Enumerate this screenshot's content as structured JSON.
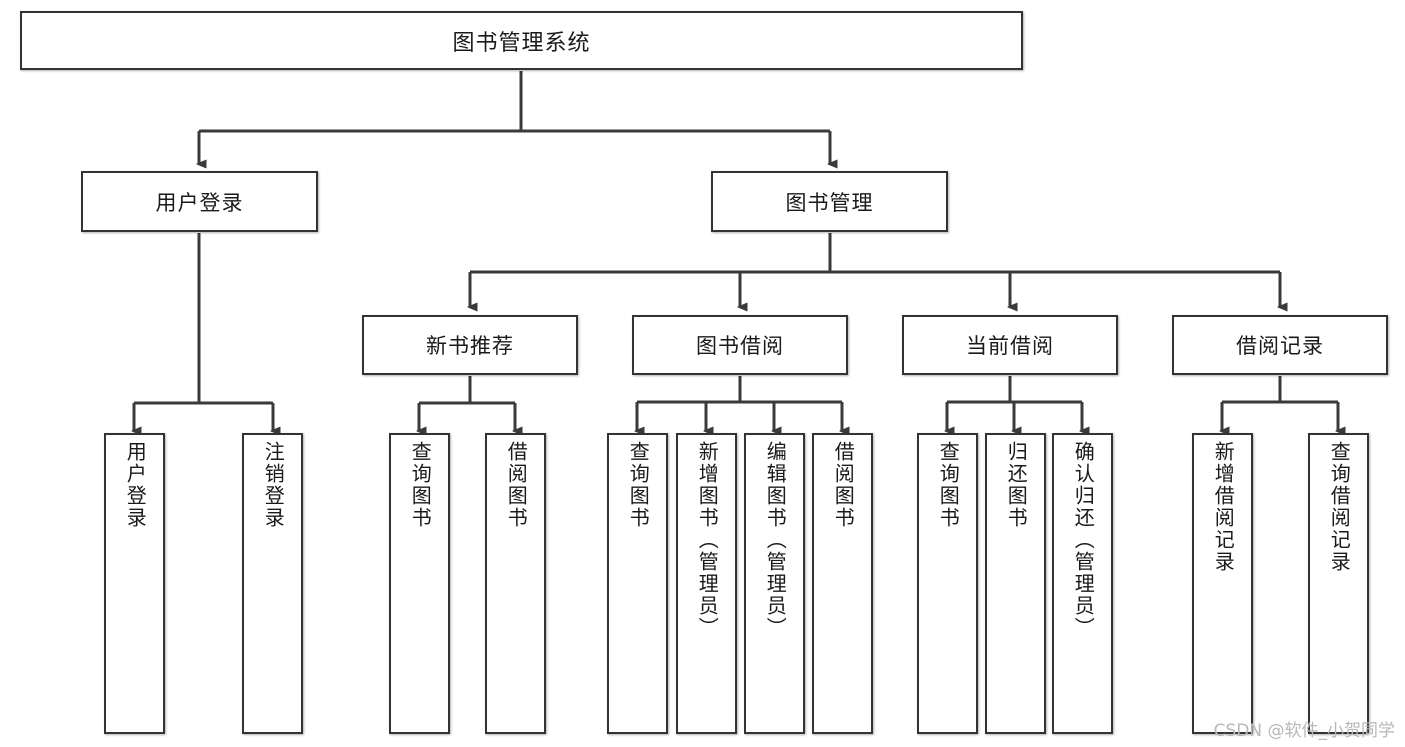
{
  "diagram": {
    "type": "hierarchy-tree",
    "title": "图书管理系统",
    "watermark": "CSDN @软件_小贺同学",
    "colors": {
      "node_border": "#333333",
      "node_fill": "#ffffff",
      "edge": "#3a3a3a",
      "text": "#1a1a1a",
      "watermark": "#b8b8b8",
      "background": "#ffffff"
    },
    "root": {
      "label": "图书管理系统"
    },
    "level2": [
      {
        "label": "用户登录"
      },
      {
        "label": "图书管理"
      }
    ],
    "level3": [
      {
        "label": "新书推荐"
      },
      {
        "label": "图书借阅"
      },
      {
        "label": "当前借阅"
      },
      {
        "label": "借阅记录"
      }
    ],
    "leaves": {
      "user_login": [
        {
          "label": "用户登录"
        },
        {
          "label": "注销登录"
        }
      ],
      "new_book_recommend": [
        {
          "label": "查询图书"
        },
        {
          "label": "借阅图书"
        }
      ],
      "book_borrow": [
        {
          "label": "查询图书"
        },
        {
          "label": "新增图书（管理员）"
        },
        {
          "label": "编辑图书（管理员）"
        },
        {
          "label": "借阅图书"
        }
      ],
      "current_borrow": [
        {
          "label": "查询图书"
        },
        {
          "label": "归还图书"
        },
        {
          "label": "确认归还（管理员）"
        }
      ],
      "borrow_record": [
        {
          "label": "新增借阅记录"
        },
        {
          "label": "查询借阅记录"
        }
      ]
    }
  }
}
